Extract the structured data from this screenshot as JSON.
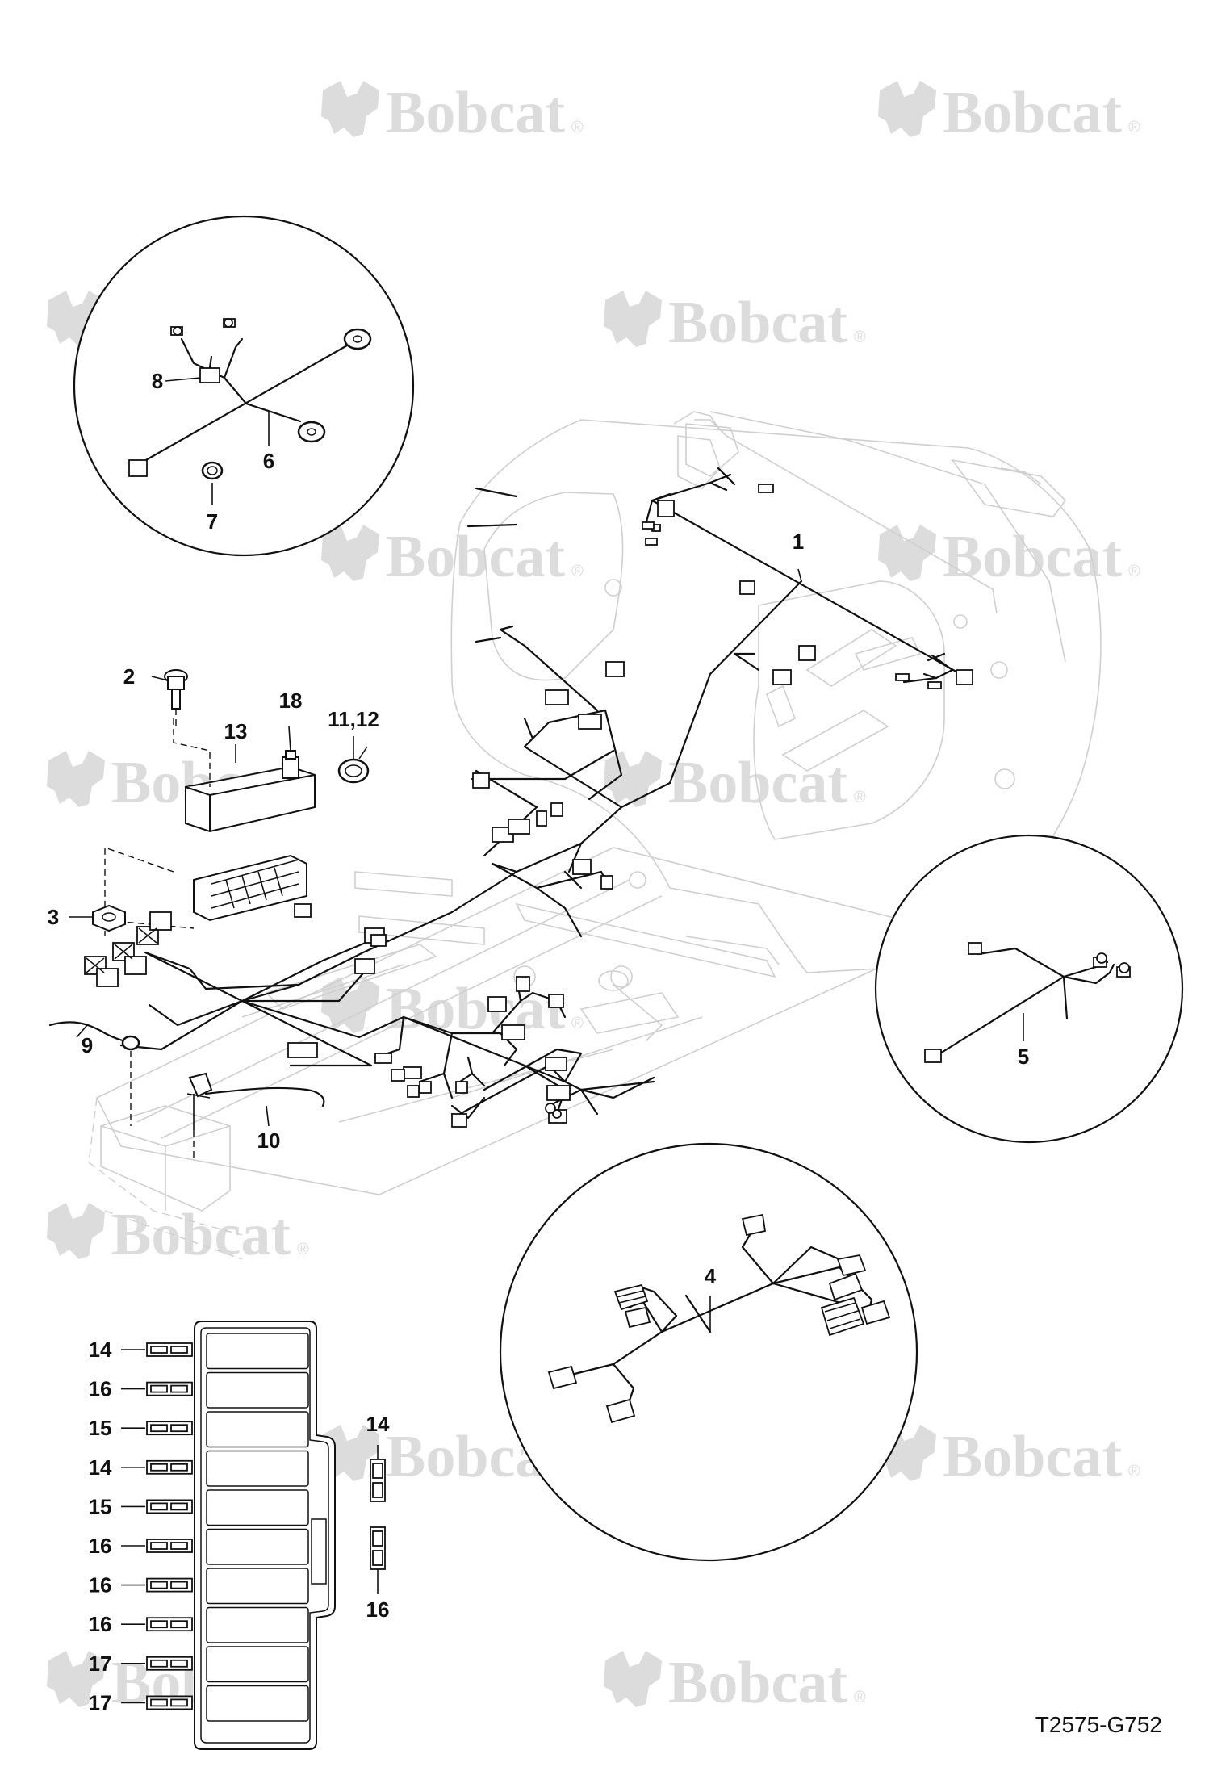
{
  "watermark": {
    "brand": "Bobcat",
    "registered_mark": "®"
  },
  "callouts": {
    "c1": "1",
    "c2": "2",
    "c3": "3",
    "c4": "4",
    "c5": "5",
    "c6": "6",
    "c7": "7",
    "c8": "8",
    "c9": "9",
    "c10": "10",
    "c11_12": "11,12",
    "c13": "13",
    "c18": "18"
  },
  "fuse_panel": {
    "left_labels": [
      "14",
      "16",
      "15",
      "14",
      "15",
      "16",
      "16",
      "16",
      "17",
      "17"
    ],
    "right_top_label": "14",
    "right_bottom_label": "16"
  },
  "figure_id": "T2575-G752"
}
